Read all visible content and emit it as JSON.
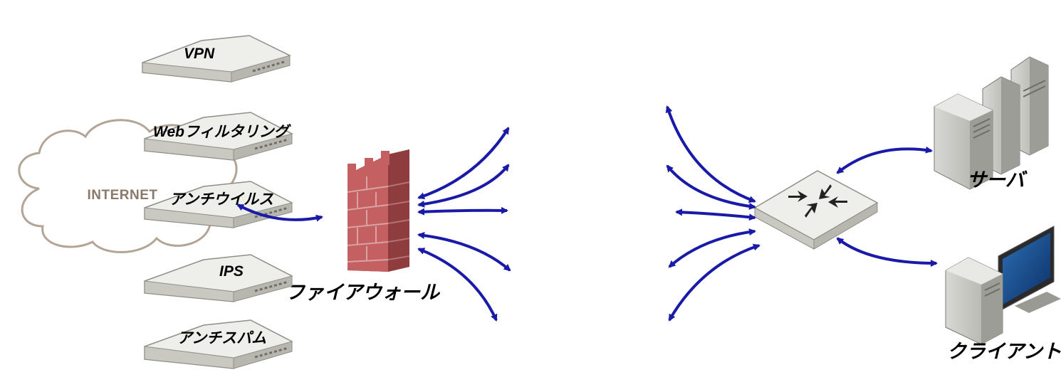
{
  "internet": {
    "label": "INTERNET"
  },
  "firewall": {
    "label": "ファイアウォール"
  },
  "appliances": [
    {
      "id": "vpn",
      "label": "VPN"
    },
    {
      "id": "web",
      "label": "Webフィルタリング"
    },
    {
      "id": "av",
      "label": "アンチウイルス"
    },
    {
      "id": "ips",
      "label": "IPS"
    },
    {
      "id": "spam",
      "label": "アンチスパム"
    }
  ],
  "server": {
    "label": "サーバ"
  },
  "client": {
    "label": "クライアント"
  },
  "colors": {
    "arrow": "#1a1aa8",
    "cloud_stroke": "#b3a496",
    "brick": "#b9585a",
    "brick_mortar": "#d9a3a3",
    "appliance_face": "#eeeeea",
    "appliance_side": "#c9c9c2"
  },
  "icons": {
    "cloud": "cloud-icon",
    "firewall": "brick-wall-icon",
    "appliance": "rack-appliance-icon",
    "router": "router-icon",
    "server": "server-tower-icon",
    "client": "desktop-computer-icon"
  }
}
